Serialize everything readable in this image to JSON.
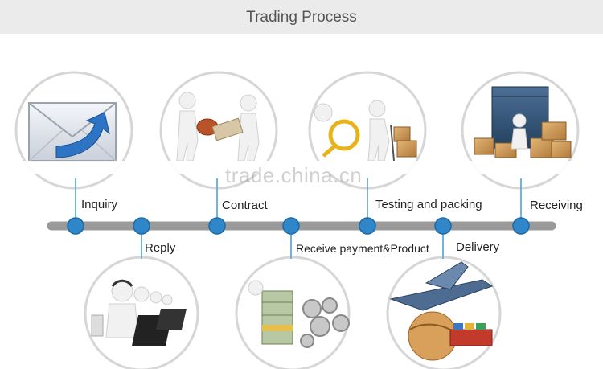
{
  "header": {
    "title": "Trading Process"
  },
  "watermark": "trade.china.cn",
  "colors": {
    "node": "#2f86c8",
    "timeline": "#9a9a9a",
    "connector": "#6fb3e3",
    "header_bg": "#ebebeb"
  },
  "steps": [
    {
      "label": "Inquiry",
      "icon": "envelope-arrow-icon",
      "position": "top"
    },
    {
      "label": "Reply",
      "icon": "call-center-icon",
      "position": "bottom"
    },
    {
      "label": "Contract",
      "icon": "handshake-contract-icon",
      "position": "top"
    },
    {
      "label": "Receive payment&Product",
      "icon": "money-gears-icon",
      "position": "bottom"
    },
    {
      "label": "Testing and packing",
      "icon": "magnifier-boxes-icon",
      "position": "top"
    },
    {
      "label": "Delivery",
      "icon": "airplane-ship-globe-icon",
      "position": "bottom"
    },
    {
      "label": "Receiving",
      "icon": "container-boxes-icon",
      "position": "top"
    }
  ]
}
